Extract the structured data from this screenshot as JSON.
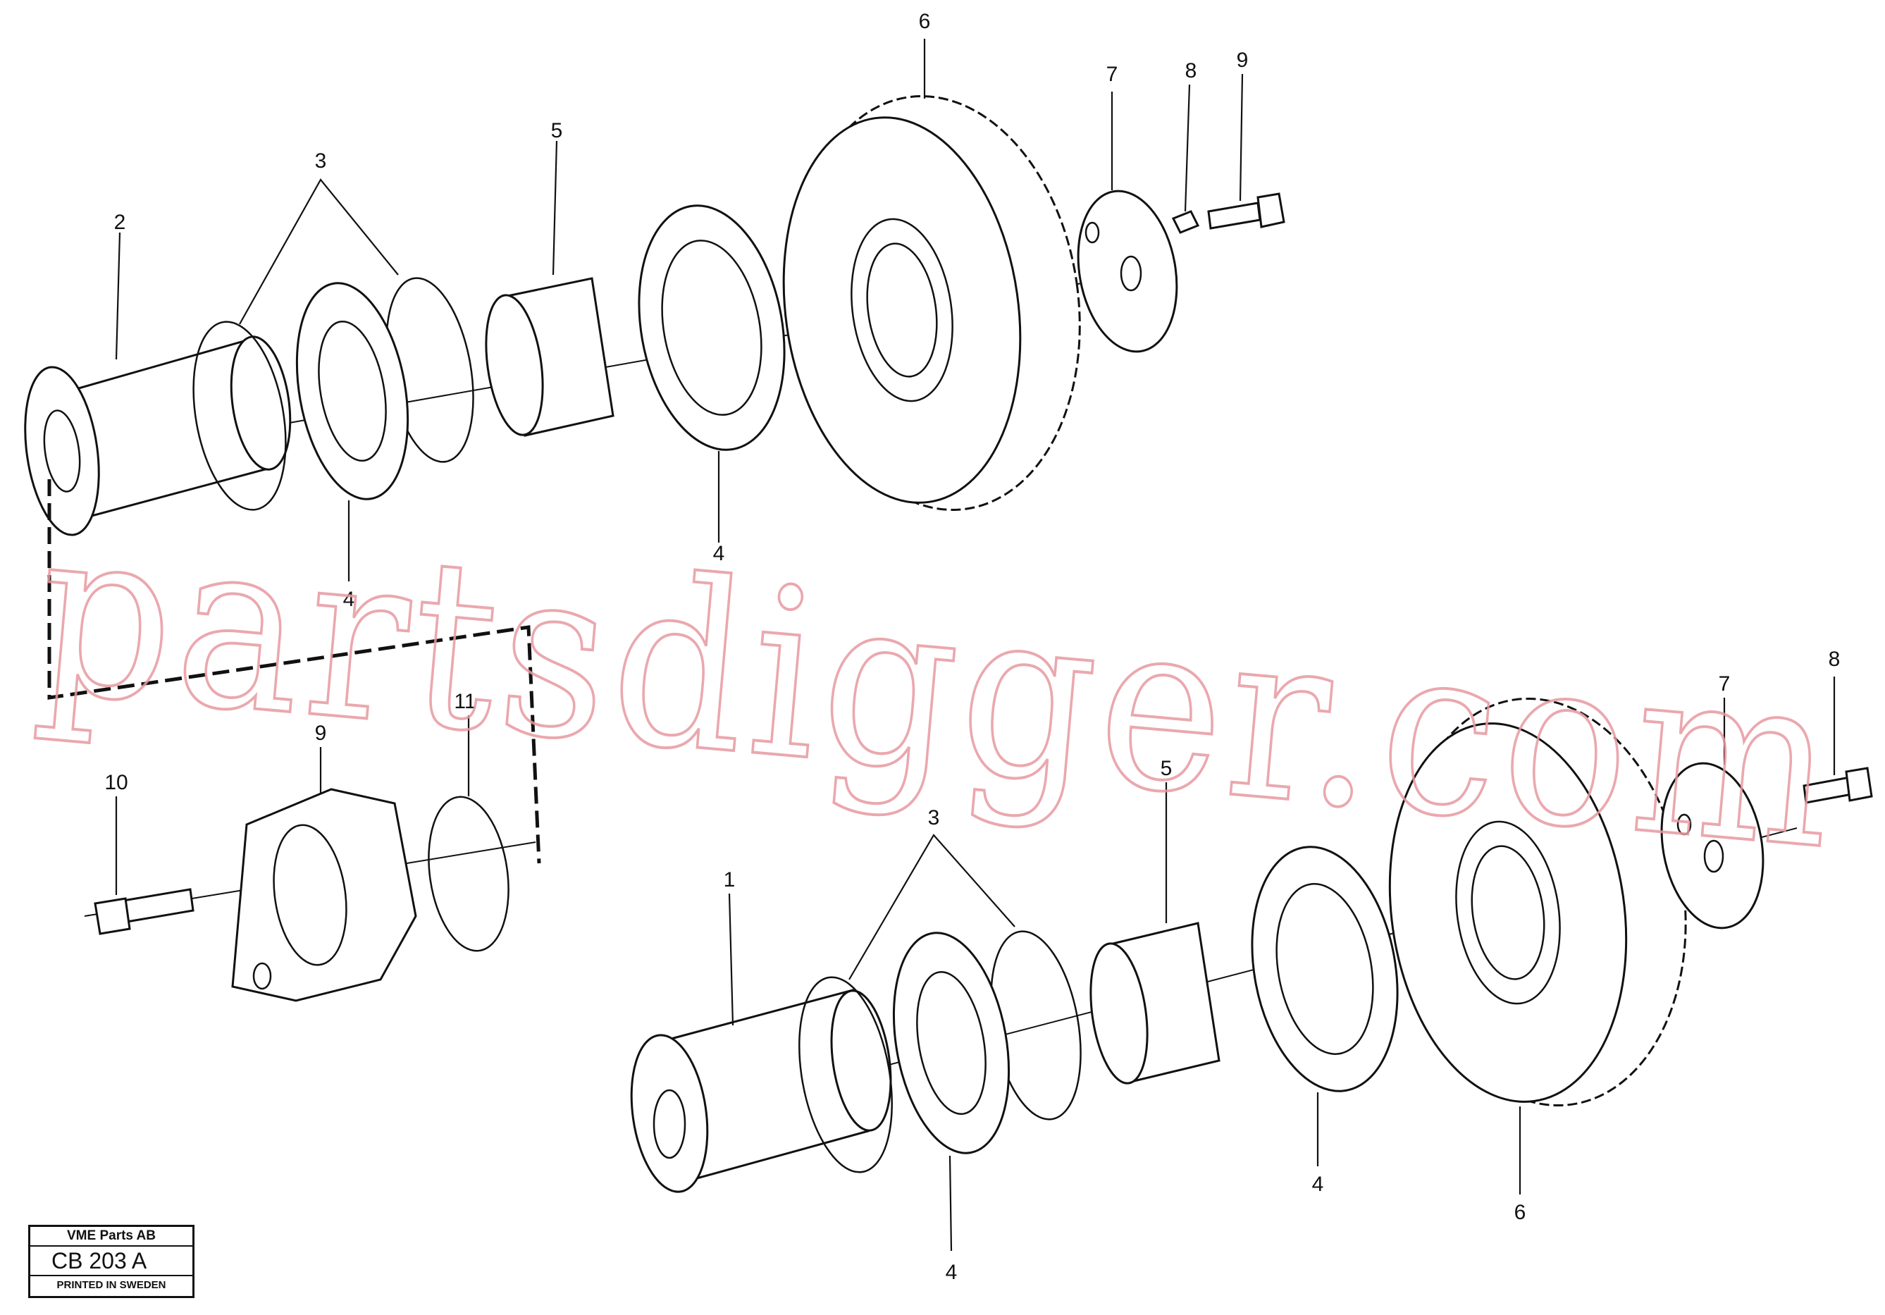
{
  "title_block": {
    "company": "VME Parts AB",
    "drawing_code": "CB 203 A",
    "printed": "PRINTED IN SWEDEN"
  },
  "watermark": "partsdigger.com",
  "callouts": {
    "upper": [
      "2",
      "3",
      "4",
      "4",
      "5",
      "6",
      "7",
      "8",
      "9"
    ],
    "middle": [
      "10",
      "9",
      "11"
    ],
    "lower": [
      "1",
      "3",
      "4",
      "4",
      "5",
      "6",
      "7",
      "8"
    ]
  }
}
